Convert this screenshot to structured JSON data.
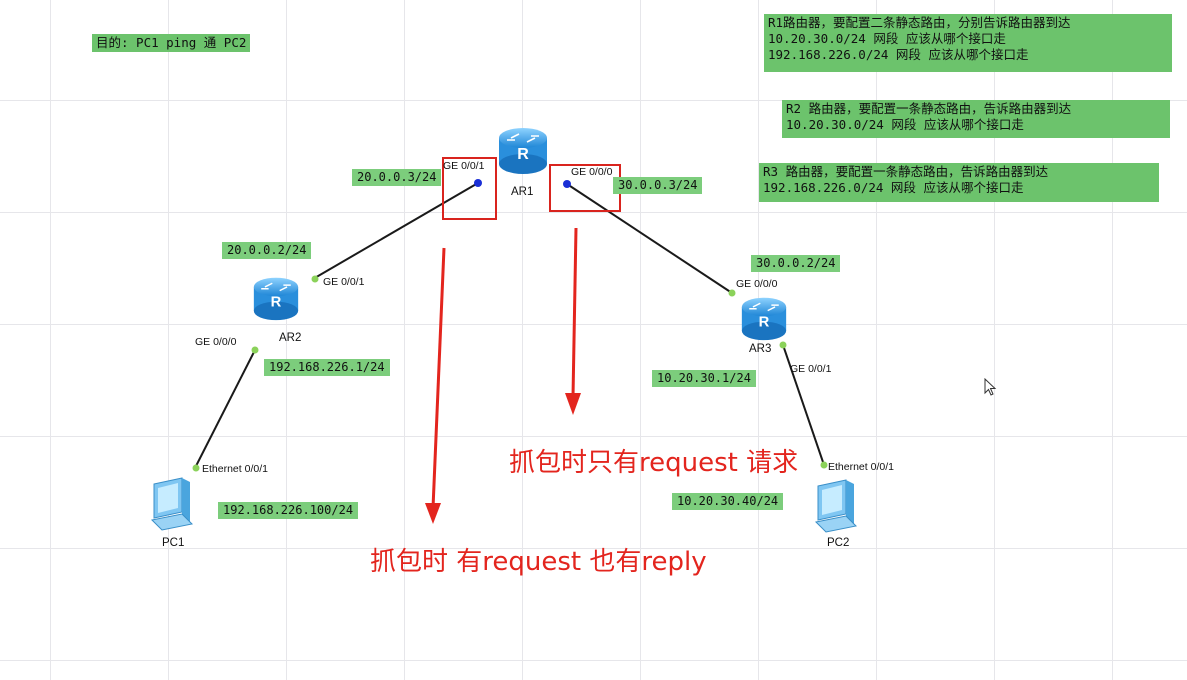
{
  "goal_note": "目的: PC1 ping 通 PC2",
  "r1_note": {
    "line1": "R1路由器，要配置二条静态路由，分别告诉路由器到达",
    "line2": "10.20.30.0/24 网段 应该从哪个接口走",
    "line3": "192.168.226.0/24 网段 应该从哪个接口走"
  },
  "r2_note": {
    "line1": "R2 路由器，要配置一条静态路由，告诉路由器到达",
    "line2": "10.20.30.0/24 网段 应该从哪个接口走"
  },
  "r3_note": {
    "line1": "R3 路由器，要配置一条静态路由，告诉路由器到达",
    "line2": "192.168.226.0/24 网段 应该从哪个接口走"
  },
  "devices": {
    "ar1": "AR1",
    "ar2": "AR2",
    "ar3": "AR3",
    "pc1": "PC1",
    "pc2": "PC2"
  },
  "interfaces": {
    "ar1_left": "GE 0/0/1",
    "ar1_right": "GE 0/0/0",
    "ar2_up": "GE 0/0/1",
    "ar2_down": "GE 0/0/0",
    "ar3_up": "GE 0/0/0",
    "ar3_down": "GE 0/0/1",
    "pc1": "Ethernet 0/0/1",
    "pc2": "Ethernet 0/0/1"
  },
  "ips": {
    "ar1_left": "20.0.0.3/24",
    "ar1_right": "30.0.0.3/24",
    "ar2_up": "20.0.0.2/24",
    "ar2_down": "192.168.226.1/24",
    "ar3_up": "30.0.0.2/24",
    "ar3_down": "10.20.30.1/24",
    "pc1": "192.168.226.100/24",
    "pc2": "10.20.30.40/24"
  },
  "capture_notes": {
    "right_capture": "抓包时只有request 请求",
    "left_capture": "抓包时 有request 也有reply"
  },
  "colors": {
    "note_bg": "#6cc36c",
    "annotation_red": "#e3251e",
    "link_line": "#1a1a1a",
    "port_green": "#8bd25a",
    "port_blue": "#1a2fd6",
    "router_blue": "#3aa6e8"
  }
}
